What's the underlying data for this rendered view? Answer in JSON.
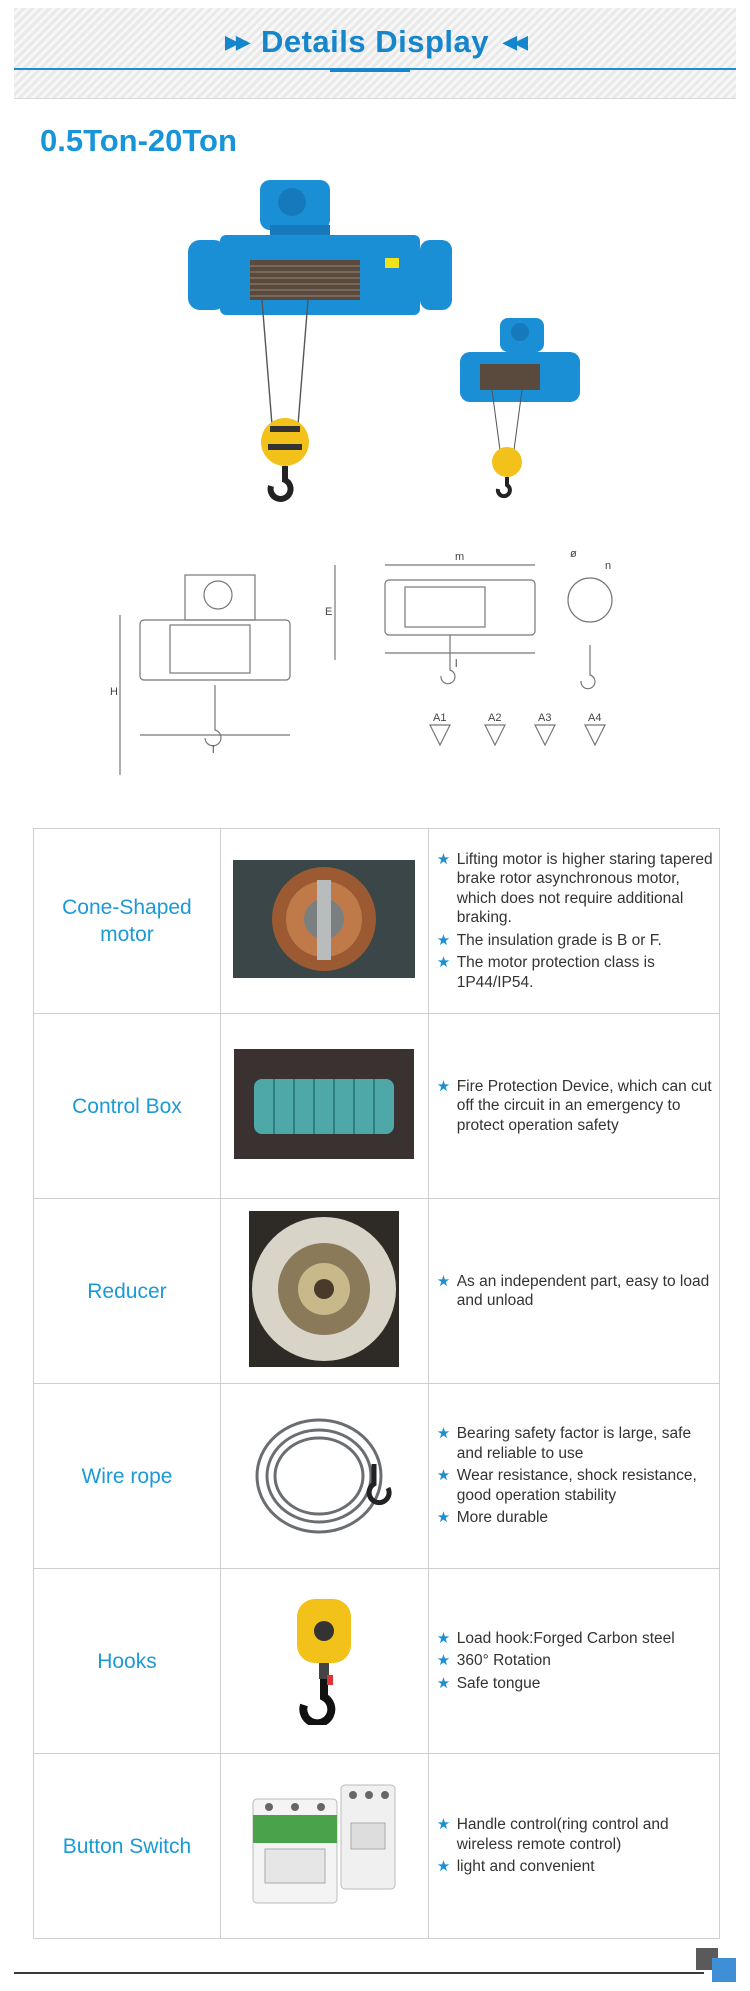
{
  "header": {
    "title": "Details Display",
    "left_icon": "double-chevron-right-icon",
    "right_icon": "double-chevron-left-icon",
    "accent_color": "#1585cc"
  },
  "section": {
    "title": "0.5Ton-20Ton"
  },
  "drawing": {
    "labels": [
      "m",
      "ø",
      "n",
      "E",
      "H",
      "l",
      "l",
      "A1",
      "A2",
      "A3",
      "A4"
    ]
  },
  "details": [
    {
      "name": "Cone-Shaped motor",
      "image": "motor-photo",
      "features": [
        "Lifting motor is higher staring tapered brake rotor asynchronous motor, which does not require additional braking.",
        "The insulation grade is B or F.",
        "The motor protection class is 1P44/IP54."
      ]
    },
    {
      "name": "Control Box",
      "image": "drum-photo",
      "features": [
        "Fire Protection Device, which can cut off the circuit in an emergency to protect operation safety"
      ]
    },
    {
      "name": "Reducer",
      "image": "reducer-photo",
      "features": [
        "As an independent part, easy to load and unload"
      ]
    },
    {
      "name": "Wire rope",
      "image": "wire-rope-photo",
      "features": [
        "Bearing safety factor is large, safe and reliable to use",
        "Wear resistance, shock resistance, good operation stability",
        "More durable"
      ]
    },
    {
      "name": "Hooks",
      "image": "hook-photo",
      "features": [
        "Load hook:Forged Carbon steel",
        "360° Rotation",
        "Safe tongue"
      ]
    },
    {
      "name": "Button Switch",
      "image": "contactor-photo",
      "features": [
        "Handle control(ring control and wireless remote control)",
        "light and convenient"
      ]
    }
  ],
  "colors": {
    "hoist_blue": "#1b8fd6",
    "label_blue": "#1c9ad6",
    "hook_yellow": "#f2c21a"
  }
}
